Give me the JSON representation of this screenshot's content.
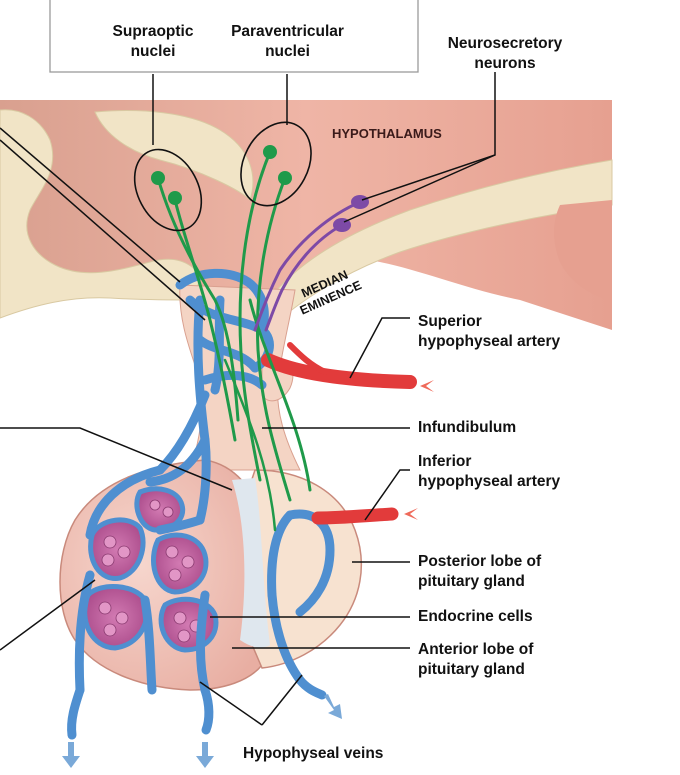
{
  "labels": {
    "supraoptic": [
      "Supraoptic",
      "nuclei"
    ],
    "paraventricular": [
      "Paraventricular",
      "nuclei"
    ],
    "neurosecretory": [
      "Neurosecretory",
      "neurons"
    ],
    "hypothalamus": "HYPOTHALAMUS",
    "median_eminence": [
      "MEDIAN",
      "EMINENCE"
    ],
    "superior_artery": [
      "Superior",
      "hypophyseal artery"
    ],
    "infundibulum": "Infundibulum",
    "inferior_artery": [
      "Inferior",
      "hypophyseal artery"
    ],
    "posterior_lobe": [
      "Posterior lobe of",
      "pituitary gland"
    ],
    "endocrine_cells": "Endocrine cells",
    "anterior_lobe": [
      "Anterior lobe of",
      "pituitary gland"
    ],
    "hypophyseal_veins": "Hypophyseal veins"
  },
  "colors": {
    "hypothalamus_tissue": "#e8a99a",
    "bone": "#f1e4c6",
    "vessel_blue": "#4f8fd0",
    "artery_red": "#e23b3b",
    "neuron_green": "#1f9a4a",
    "neuron_purple": "#7d4aa6",
    "gland_pink": "#f0c4bd",
    "cell_cluster": "#c25fa0"
  }
}
